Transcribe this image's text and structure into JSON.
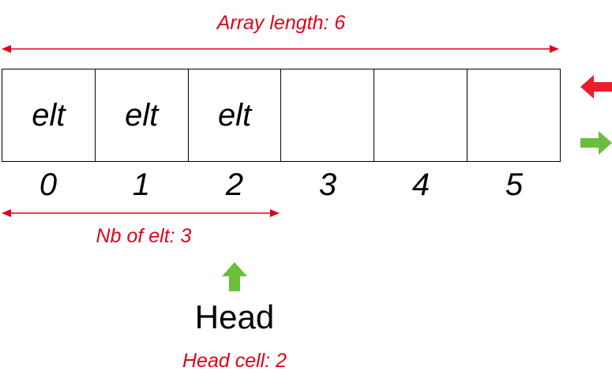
{
  "array_length_label": "Array length: 6",
  "count_label": "Nb of elt: 3",
  "head_label": "Head",
  "head_cell_label": "Head cell: 2",
  "cells": [
    "elt",
    "elt",
    "elt",
    "",
    "",
    ""
  ],
  "indices": [
    "0",
    "1",
    "2",
    "3",
    "4",
    "5"
  ],
  "colors": {
    "annotation": "#e0001b",
    "arrow_red": "#e8202a",
    "arrow_green": "#6abf3b",
    "text": "#000000"
  },
  "icons": {
    "remove_indicator": "left-arrow-icon",
    "add_indicator": "right-arrow-icon",
    "head_pointer": "up-arrow-icon"
  }
}
